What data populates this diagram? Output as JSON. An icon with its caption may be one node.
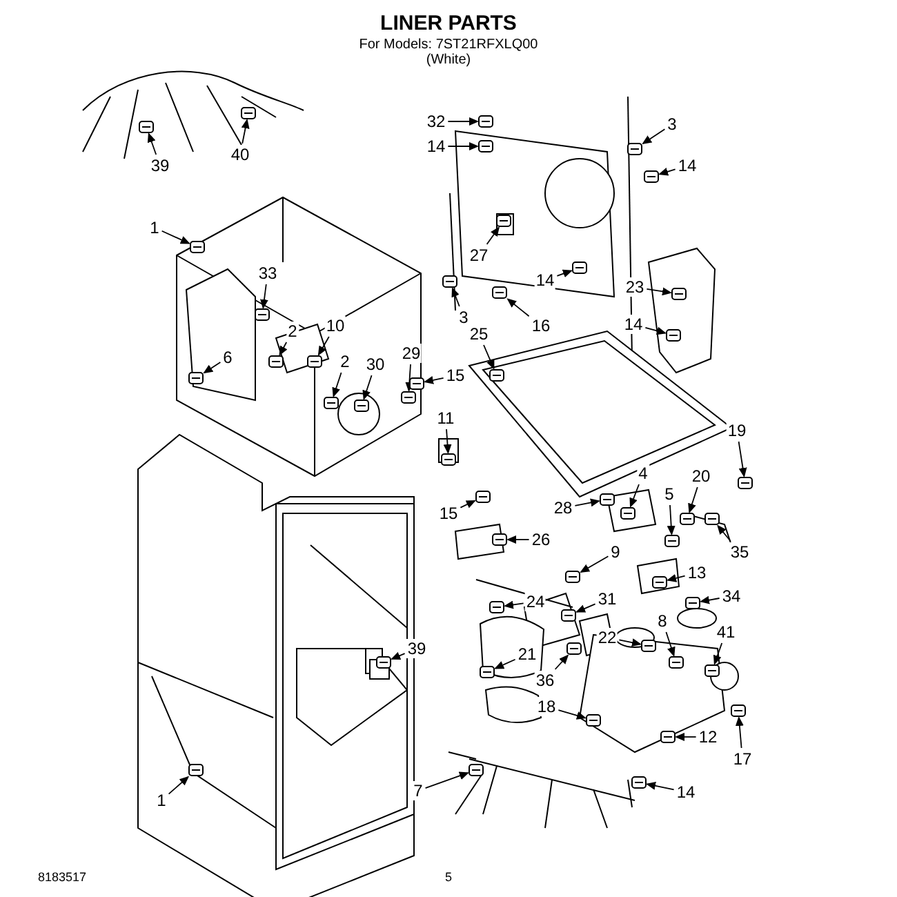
{
  "diagram": {
    "title": "LINER PARTS",
    "nodes": [
      {
        "text": [
          "32"
        ]
      },
      {
        "text": [
          "14"
        ]
      },
      {
        "text": [
          "3"
        ]
      },
      {
        "text": [
          "40"
        ]
      },
      {
        "text": [
          "39"
        ]
      },
      {
        "text": [
          "14"
        ]
      },
      {
        "text": [
          "1"
        ]
      },
      {
        "text": [
          "27"
        ]
      },
      {
        "text": [
          "33"
        ]
      },
      {
        "text": [
          "14"
        ]
      },
      {
        "text": [
          "23"
        ]
      },
      {
        "text": [
          "3"
        ]
      },
      {
        "text": [
          "16"
        ]
      },
      {
        "text": [
          "25"
        ]
      },
      {
        "text": [
          "14"
        ]
      },
      {
        "text": [
          "10"
        ]
      },
      {
        "text": [
          "2"
        ]
      },
      {
        "text": [
          "2"
        ]
      },
      {
        "text": [
          "6"
        ]
      },
      {
        "text": [
          "29"
        ]
      },
      {
        "text": [
          "30"
        ]
      },
      {
        "text": [
          "15"
        ]
      },
      {
        "text": [
          "11"
        ]
      },
      {
        "text": [
          "19"
        ]
      },
      {
        "text": [
          "20"
        ]
      },
      {
        "text": [
          "4"
        ]
      },
      {
        "text": [
          "5"
        ]
      },
      {
        "text": [
          "28"
        ]
      },
      {
        "text": [
          "15"
        ]
      },
      {
        "text": [
          "26"
        ]
      },
      {
        "text": [
          "9"
        ]
      },
      {
        "text": [
          "35"
        ]
      },
      {
        "text": [
          "13"
        ]
      },
      {
        "text": [
          "24"
        ]
      },
      {
        "text": [
          "31"
        ]
      },
      {
        "text": [
          "34"
        ]
      },
      {
        "text": [
          "8"
        ]
      },
      {
        "text": [
          "41"
        ]
      },
      {
        "text": [
          "22"
        ]
      },
      {
        "text": [
          "39"
        ]
      },
      {
        "text": [
          "21"
        ]
      },
      {
        "text": [
          "36"
        ]
      },
      {
        "text": [
          "18"
        ]
      },
      {
        "text": [
          "12"
        ]
      },
      {
        "text": [
          "17"
        ]
      },
      {
        "text": [
          "7"
        ]
      },
      {
        "text": [
          "14"
        ]
      },
      {
        "text": [
          "1"
        ]
      },
      {
        "text": [],
        "shape": "picture"
      },
      {
        "text": [],
        "shape": "picture"
      },
      {
        "text": [],
        "shape": "picture"
      },
      {
        "text": [],
        "shape": "picture"
      },
      {
        "text": [],
        "shape": "picture"
      },
      {
        "text": [],
        "shape": "picture"
      },
      {
        "text": [],
        "shape": "picture"
      },
      {
        "text": [],
        "shape": "picture"
      },
      {
        "text": [],
        "shape": "picture"
      },
      {
        "text": [],
        "shape": "picture"
      },
      {
        "text": [],
        "shape": "picture"
      },
      {
        "text": [],
        "shape": "picture"
      },
      {
        "text": [],
        "shape": "picture"
      },
      {
        "text": [],
        "shape": "picture"
      },
      {
        "text": [],
        "shape": "picture"
      },
      {
        "text": [],
        "shape": "picture"
      },
      {
        "text": [],
        "shape": "picture"
      },
      {
        "text": [],
        "shape": "picture"
      },
      {
        "text": [],
        "shape": "picture"
      },
      {
        "text": [],
        "shape": "picture"
      },
      {
        "text": [],
        "shape": "picture"
      },
      {
        "text": [],
        "shape": "picture"
      },
      {
        "text": [],
        "shape": "picture"
      },
      {
        "text": [],
        "shape": "picture"
      },
      {
        "text": [],
        "shape": "picture"
      },
      {
        "text": [],
        "shape": "picture"
      },
      {
        "text": [],
        "shape": "picture"
      },
      {
        "text": [],
        "shape": "picture"
      },
      {
        "text": [],
        "shape": "picture"
      },
      {
        "text": [],
        "shape": "picture"
      },
      {
        "text": [],
        "shape": "picture"
      },
      {
        "text": [],
        "shape": "picture"
      },
      {
        "text": [],
        "shape": "picture"
      },
      {
        "text": [],
        "shape": "picture"
      },
      {
        "text": [],
        "shape": "picture"
      },
      {
        "text": [],
        "shape": "picture"
      },
      {
        "text": [],
        "shape": "picture"
      },
      {
        "text": [],
        "shape": "picture"
      },
      {
        "text": [],
        "shape": "picture"
      },
      {
        "text": [],
        "shape": "picture"
      },
      {
        "text": [],
        "shape": "picture"
      },
      {
        "text": [],
        "shape": "picture"
      },
      {
        "text": [],
        "shape": "picture"
      },
      {
        "text": [],
        "shape": "picture"
      },
      {
        "text": [],
        "shape": "picture"
      },
      {
        "text": [],
        "shape": "picture"
      },
      {
        "text": [],
        "shape": "picture"
      },
      {
        "text": [],
        "shape": "picture"
      }
    ],
    "edges": [
      {
        "from": 0,
        "to": 48,
        "arrow": "to"
      },
      {
        "from": 1,
        "to": 49,
        "arrow": "to"
      },
      {
        "from": 2,
        "to": 50,
        "arrow": "to"
      },
      {
        "from": 3,
        "to": 51,
        "arrow": "to"
      },
      {
        "from": 4,
        "to": 52,
        "arrow": "to"
      },
      {
        "from": 5,
        "to": 53,
        "arrow": "to"
      },
      {
        "from": 6,
        "to": 54,
        "arrow": "to"
      },
      {
        "from": 7,
        "to": 55,
        "arrow": "to"
      },
      {
        "from": 8,
        "to": 56,
        "arrow": "to"
      },
      {
        "from": 9,
        "to": 57,
        "arrow": "to"
      },
      {
        "from": 10,
        "to": 58,
        "arrow": "to"
      },
      {
        "from": 11,
        "to": 59,
        "arrow": "to"
      },
      {
        "from": 12,
        "to": 60,
        "arrow": "to"
      },
      {
        "from": 13,
        "to": 61,
        "arrow": "to"
      },
      {
        "from": 14,
        "to": 62,
        "arrow": "to"
      },
      {
        "from": 15,
        "to": 63,
        "arrow": "to"
      },
      {
        "from": 16,
        "to": 64,
        "arrow": "to"
      },
      {
        "from": 17,
        "to": 65,
        "arrow": "to"
      },
      {
        "from": 18,
        "to": 66,
        "arrow": "to"
      },
      {
        "from": 19,
        "to": 67,
        "arrow": "to"
      },
      {
        "from": 20,
        "to": 68,
        "arrow": "to"
      },
      {
        "from": 21,
        "to": 69,
        "arrow": "to"
      },
      {
        "from": 22,
        "to": 70,
        "arrow": "to"
      },
      {
        "from": 23,
        "to": 71,
        "arrow": "to"
      },
      {
        "from": 24,
        "to": 72,
        "arrow": "to"
      },
      {
        "from": 25,
        "to": 73,
        "arrow": "to"
      },
      {
        "from": 26,
        "to": 74,
        "arrow": "to"
      },
      {
        "from": 27,
        "to": 75,
        "arrow": "to"
      },
      {
        "from": 28,
        "to": 76,
        "arrow": "to"
      },
      {
        "from": 29,
        "to": 77,
        "arrow": "to"
      },
      {
        "from": 30,
        "to": 78,
        "arrow": "to"
      },
      {
        "from": 31,
        "to": 79,
        "arrow": "to"
      },
      {
        "from": 32,
        "to": 80,
        "arrow": "to"
      },
      {
        "from": 33,
        "to": 81,
        "arrow": "to"
      },
      {
        "from": 34,
        "to": 82,
        "arrow": "to"
      },
      {
        "from": 35,
        "to": 83,
        "arrow": "to"
      },
      {
        "from": 36,
        "to": 84,
        "arrow": "to"
      },
      {
        "from": 37,
        "to": 85,
        "arrow": "to"
      },
      {
        "from": 38,
        "to": 86,
        "arrow": "to"
      },
      {
        "from": 39,
        "to": 87,
        "arrow": "to"
      },
      {
        "from": 40,
        "to": 88,
        "arrow": "to"
      },
      {
        "from": 41,
        "to": 89,
        "arrow": "to"
      },
      {
        "from": 42,
        "to": 90,
        "arrow": "to"
      },
      {
        "from": 43,
        "to": 91,
        "arrow": "to"
      },
      {
        "from": 44,
        "to": 92,
        "arrow": "to"
      },
      {
        "from": 45,
        "to": 93,
        "arrow": "to"
      },
      {
        "from": 46,
        "to": 94,
        "arrow": "to"
      },
      {
        "from": 47,
        "to": 95,
        "arrow": "to"
      }
    ],
    "labels": [
      "For Models: 7ST21RFXLQ00",
      "(White)",
      "8183517",
      "5"
    ]
  }
}
